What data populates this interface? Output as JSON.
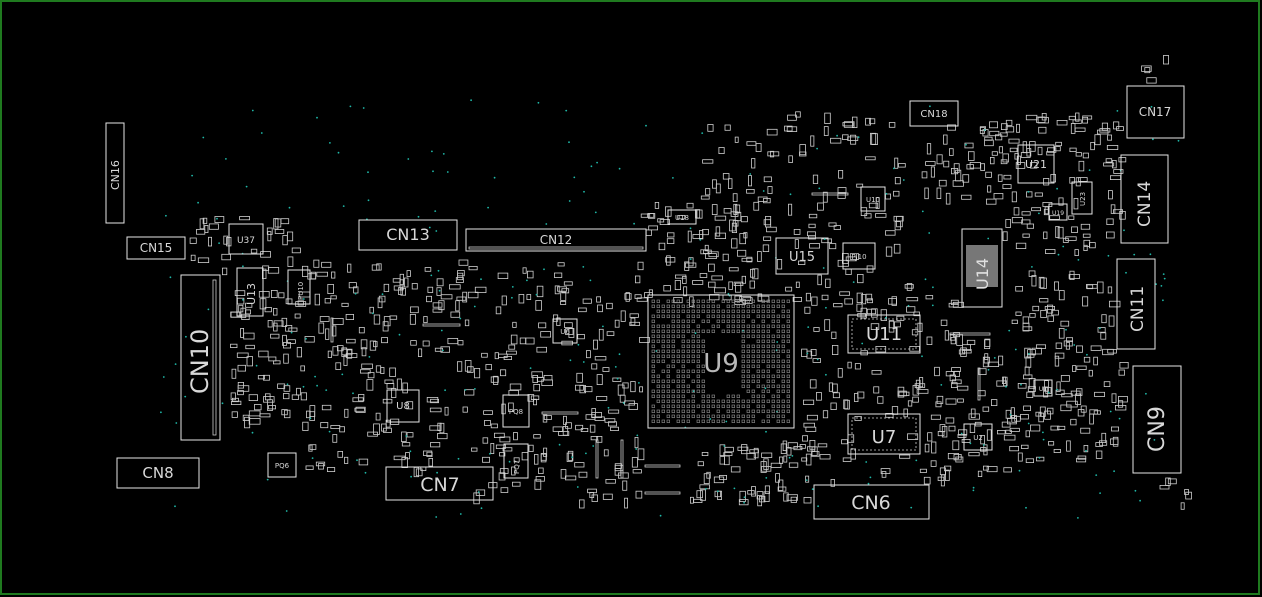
{
  "title": "PCB boardview",
  "colors": {
    "background": "#000000",
    "board_border": "#1f7a1f",
    "silkscreen": "#e6e6e6",
    "label": "#d8d8d8",
    "via": "#1fb8a8"
  },
  "designators": {
    "CN16": "CN16",
    "CN15": "CN15",
    "CN13": "CN13",
    "CN12": "CN12",
    "CN10": "CN10",
    "CN8": "CN8",
    "CN7": "CN7",
    "CN6": "CN6",
    "CN18": "CN18",
    "CN17": "CN17",
    "CN14": "CN14",
    "CN11": "CN11",
    "CN9": "CN9",
    "U37": "U37",
    "U13": "U13",
    "U9": "U9",
    "U15": "U15",
    "U11": "U11",
    "U7": "U7",
    "U21": "U21",
    "U14": "U14",
    "U8": "U8",
    "PU10": "PU10",
    "PQ8": "PQ8",
    "PQ7": "PQ7",
    "PQ6": "PQ6",
    "PJ10": "PJ10",
    "U18": "U18",
    "U23": "U23",
    "U19": "U19",
    "U6": "U6",
    "U10": "U10",
    "U1": "U1",
    "U2": "U2"
  }
}
